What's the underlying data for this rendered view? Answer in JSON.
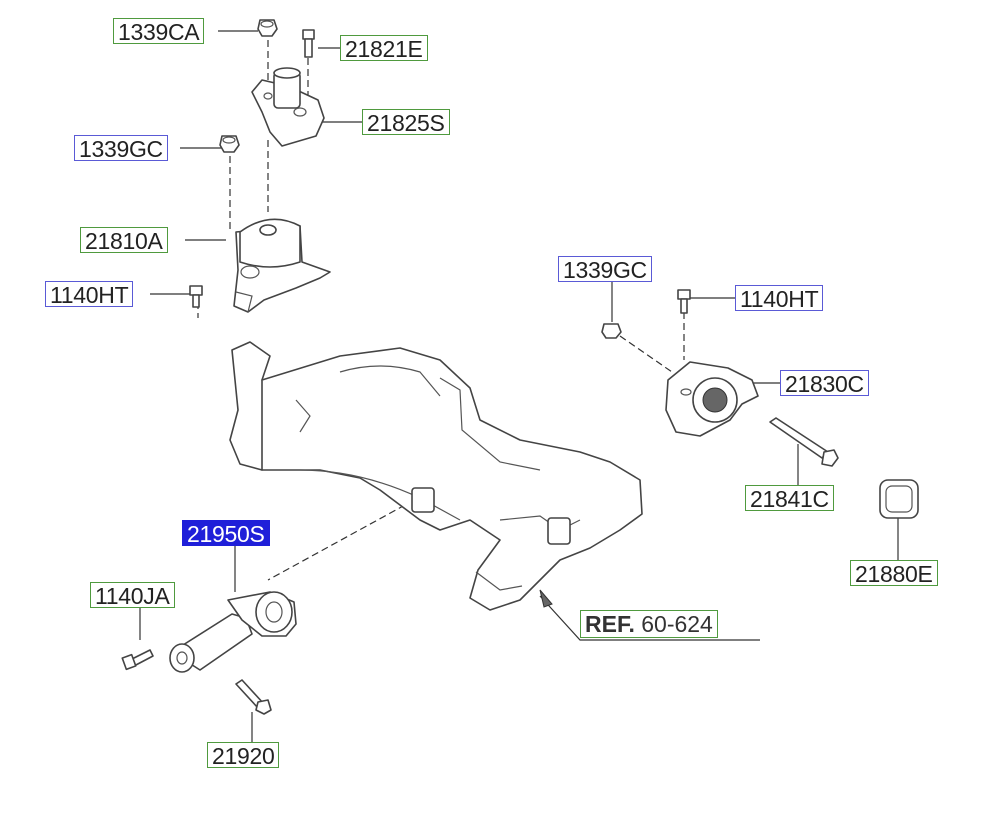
{
  "callouts": {
    "c1339ca": "1339CA",
    "c21821e": "21821E",
    "c21825s": "21825S",
    "c1339gc_top": "1339GC",
    "c21810a": "21810A",
    "c1140ht_left": "1140HT",
    "c1339gc_right": "1339GC",
    "c1140ht_right": "1140HT",
    "c21830c": "21830C",
    "c21841c": "21841C",
    "c21880e": "21880E",
    "c21950s": "21950S",
    "c1140ja": "1140JA",
    "c21920": "21920"
  },
  "reference": {
    "prefix": "REF.",
    "code": "60-624"
  },
  "colors": {
    "green_border": "#4f9a3e",
    "blue_border": "#5a5ad6",
    "selected_fill": "#1f1fd9",
    "line": "#333333"
  },
  "selected_part": "21950S"
}
